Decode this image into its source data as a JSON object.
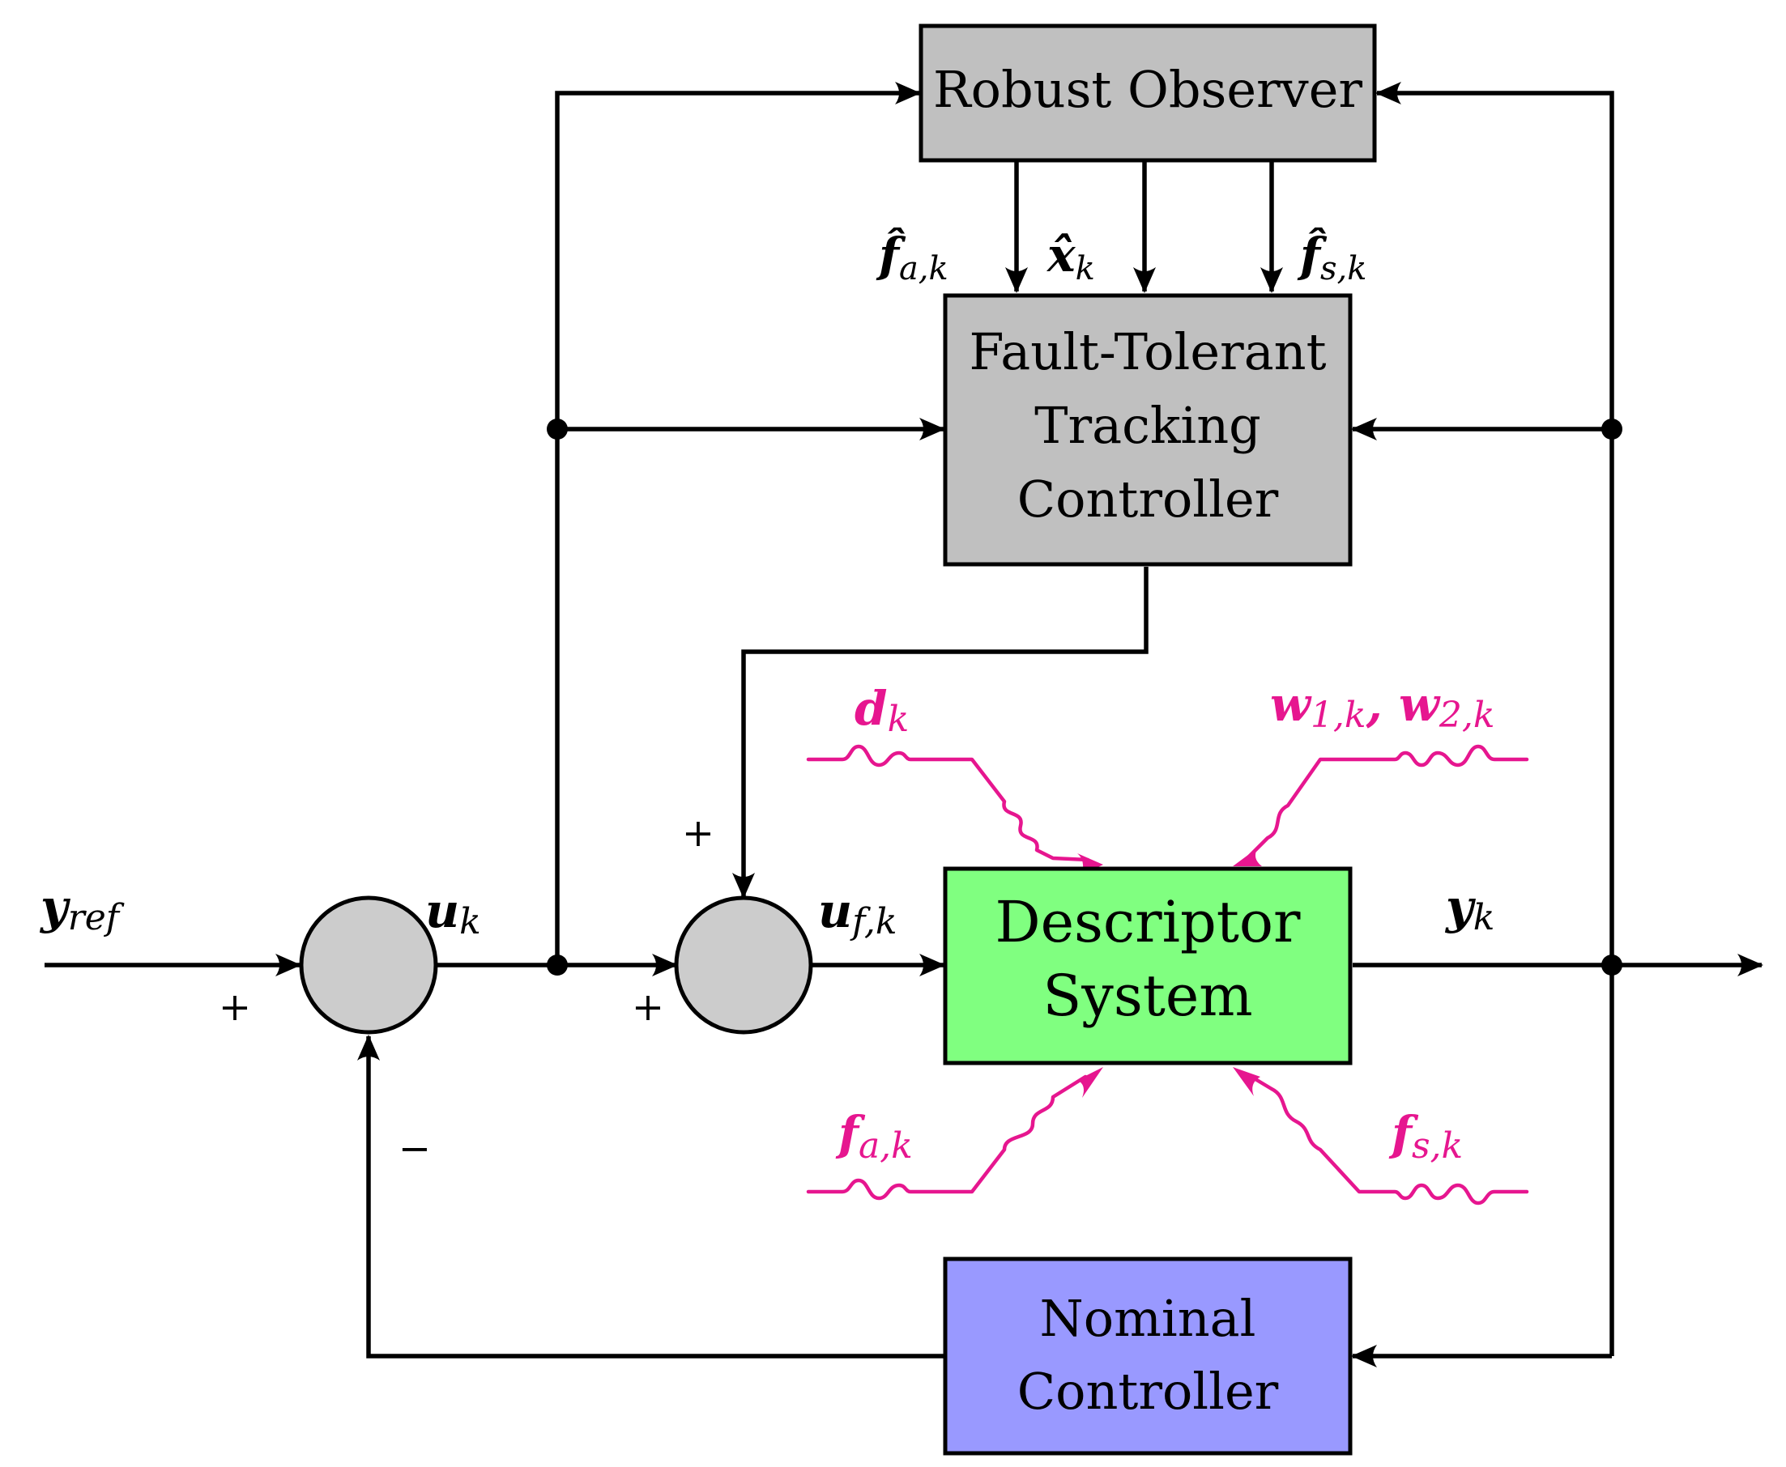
{
  "blocks": {
    "observer": {
      "label": "Robust Observer",
      "fill": "#c0c0c0"
    },
    "ftc": {
      "lines": [
        "Fault-Tolerant",
        "Tracking",
        "Controller"
      ],
      "fill": "#c0c0c0"
    },
    "descriptor": {
      "lines": [
        "Descriptor",
        "System"
      ],
      "fill": "#80ff80"
    },
    "nominal": {
      "lines": [
        "Nominal",
        "Controller"
      ],
      "fill": "#9999ff"
    }
  },
  "summers": {
    "fill": "#cccccc"
  },
  "signals": {
    "y_ref": {
      "main": "y",
      "sub": "ref"
    },
    "u_k": {
      "main": "u",
      "sub": "k"
    },
    "u_fk": {
      "main": "u",
      "sub": "f,k"
    },
    "y_k": {
      "main": "y",
      "sub": "k"
    },
    "fa_hat": {
      "main": "f̂",
      "sub": "a,k"
    },
    "x_hat": {
      "main": "x̂",
      "sub": "k"
    },
    "fs_hat": {
      "main": "f̂",
      "sub": "s,k"
    }
  },
  "disturbances": {
    "color": "#e6168f",
    "d_k": {
      "main": "d",
      "sub": "k"
    },
    "w_k": {
      "main1": "w",
      "sub1": "1,k",
      "sep": ", ",
      "main2": "w",
      "sub2": "2,k"
    },
    "fa_k": {
      "main": "f",
      "sub": "a,k"
    },
    "fs_k": {
      "main": "f",
      "sub": "s,k"
    }
  },
  "signs": {
    "sum1_top": "+",
    "sum1_bottom": "−",
    "sum2_left": "+",
    "sum2_top": "+"
  }
}
